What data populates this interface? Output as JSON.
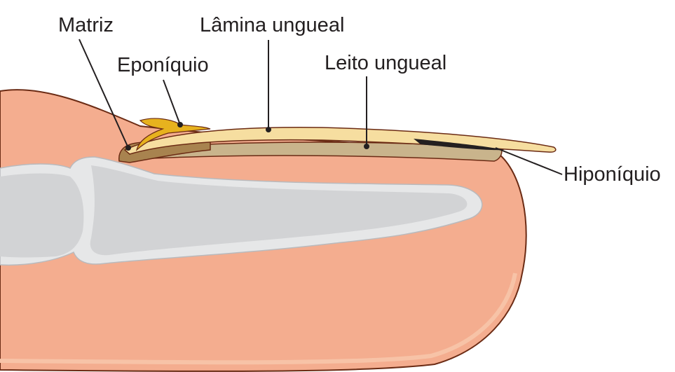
{
  "labels": {
    "matrix": "Matriz",
    "nail_plate": "Lâmina ungueal",
    "eponychium": "Eponíquio",
    "nail_bed": "Leito ungueal",
    "hyponychium": "Hiponíquio"
  },
  "colors": {
    "skin": "#f4ad8f",
    "skin_outline": "#6b2b14",
    "skin_inner_band": "#f7c3a7",
    "bone": "#d2d3d5",
    "bone_halo": "#e6e7e8",
    "nail_plate": "#f6dea0",
    "nail_bed": "#c9b48c",
    "matrix": "#a8834f",
    "eponychium": "#e7b21e",
    "hyponychium": "#231f20"
  }
}
